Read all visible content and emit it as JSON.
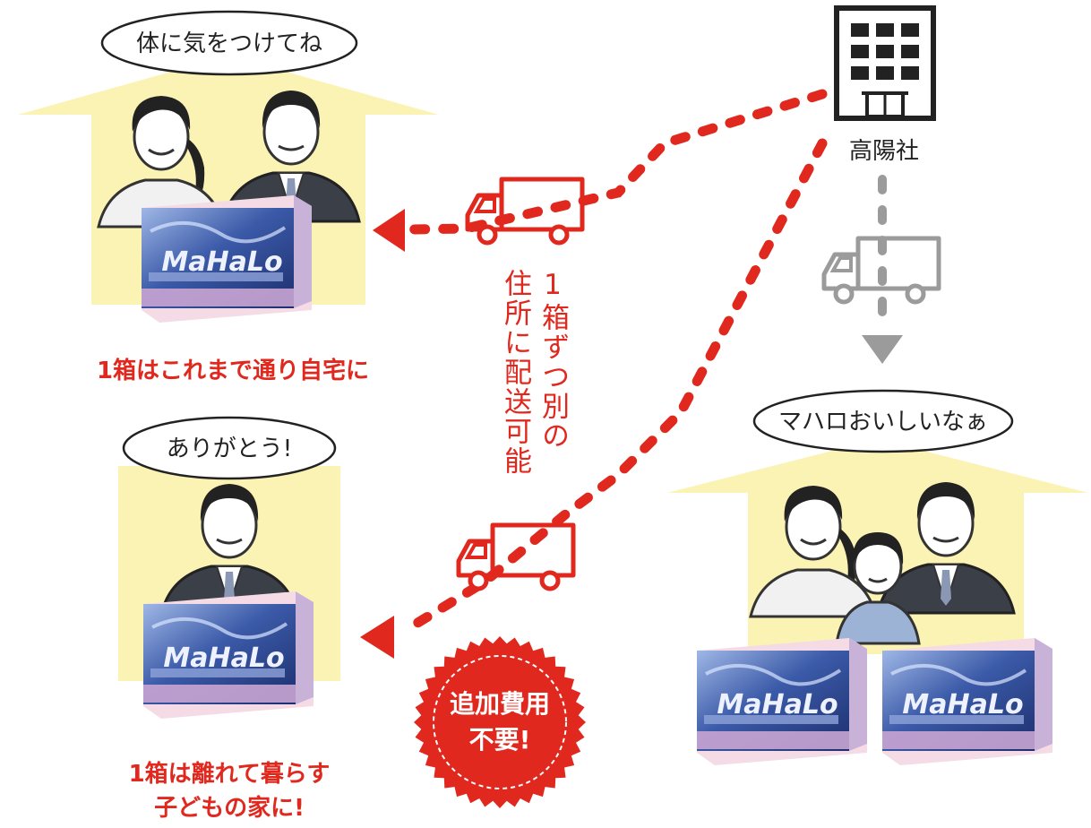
{
  "bubbles": {
    "parents": "体に気をつけてね",
    "child": "ありがとう!",
    "family": "マハロおいしいなぁ"
  },
  "captions": {
    "home": "1箱はこれまで通り自宅に",
    "child_line1": "1箱は離れて暮らす",
    "child_line2": "子どもの家に!"
  },
  "vertical_note": {
    "col1": "1箱ずつ別の",
    "col2": "住所に配送可能"
  },
  "hq_label": "高陽社",
  "badge": {
    "line1": "追加費用",
    "line2": "不要!"
  },
  "product": {
    "brand": "MaHaLo"
  },
  "colors": {
    "accent": "#e0281e",
    "house": "#fbf3b4",
    "gray": "#9b9b9b"
  }
}
